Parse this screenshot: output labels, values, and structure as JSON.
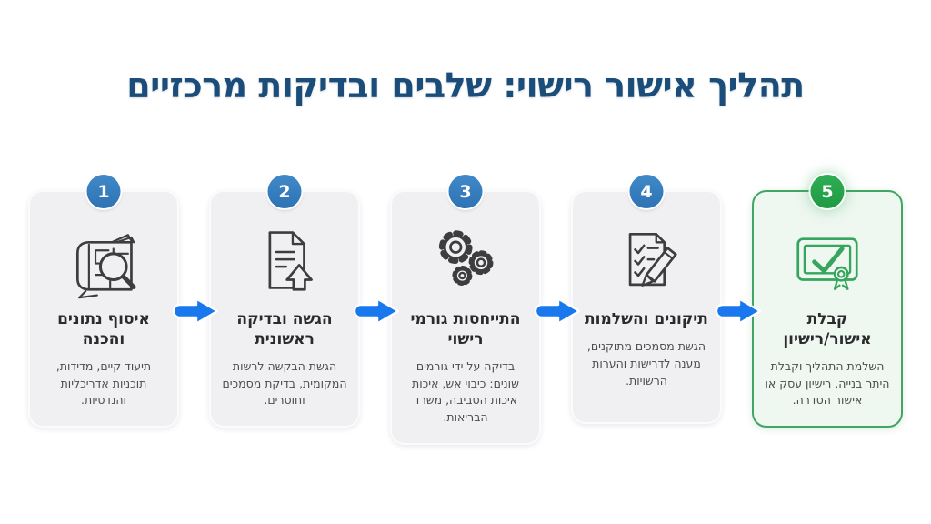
{
  "title": "תהליך אישור רישוי: שלבים ובדיקות מרכזיים",
  "colors": {
    "title_navy": "#1b4d7a",
    "badge_blue": "#357dc0",
    "badge_green": "#27a34b",
    "arrow_blue": "#1a78ef",
    "card_background": "#f0f0f2",
    "highlight_card_background": "#eef7f0",
    "highlight_green_border": "#43a564",
    "icon_gray": "#3d3d40",
    "icon_green": "#36a55d",
    "card_title_text": "#2b2b2e",
    "card_body_text": "#4c4c50"
  },
  "steps": [
    {
      "number": "1",
      "icon": "blueprint-magnifier-icon",
      "title": "איסוף נתונים והכנה",
      "description": "תיעוד קיים, מדידות, תוכניות אדריכליות והנדסיות.",
      "highlight": false
    },
    {
      "number": "2",
      "icon": "document-upload-icon",
      "title": "הגשה ובדיקה ראשונית",
      "description": "הגשת הבקשה לרשות המקומית, בדיקת מסמכים וחוסרים.",
      "highlight": false
    },
    {
      "number": "3",
      "icon": "gears-icon",
      "title": "התייחסות גורמי רישוי",
      "description": "בדיקה על ידי גורמים שונים: כיבוי אש, איכות איכות הסביבה, משרד הבריאות.",
      "highlight": false
    },
    {
      "number": "4",
      "icon": "checklist-pencil-icon",
      "title": "תיקונים והשלמות",
      "description": "הגשת מסמכים מתוקנים, מענה לדרישות והערות הרשויות.",
      "highlight": false
    },
    {
      "number": "5",
      "icon": "certificate-ribbon-check-icon",
      "title": "קבלת אישור/רישיון",
      "description": "השלמת התהליך וקבלת היתר בנייה, רישיון עסק או אישור הסדרה.",
      "highlight": true
    }
  ],
  "connector": {
    "icon": "arrow-right-icon",
    "direction": "right"
  }
}
